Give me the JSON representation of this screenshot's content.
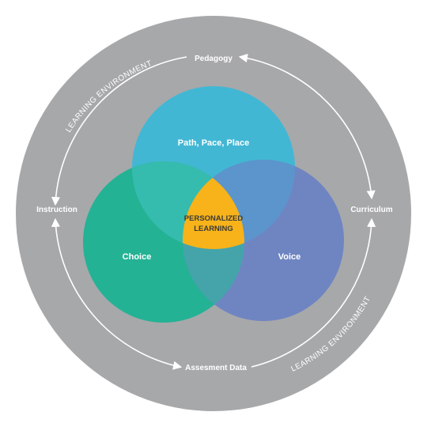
{
  "diagram": {
    "outer_ring": {
      "color": "#a7a8aa"
    },
    "arc_labels": {
      "top_left": "LEARNING ENVIRONMENT",
      "bottom_right": "LEARNING ENVIRONMENT"
    },
    "cycle_nodes": {
      "top": "Pedagogy",
      "right": "Curriculum",
      "bottom": "Assesment Data",
      "left": "Instruction"
    },
    "circles": {
      "top": {
        "label": "Path, Pace, Place",
        "color": "#3fb8d6"
      },
      "left": {
        "label": "Choice",
        "color": "#19b394"
      },
      "right": {
        "label": "Voice",
        "color": "#6a82c4"
      }
    },
    "center": {
      "line1": "PERSONALIZED",
      "line2": "LEARNING",
      "color": "#f7b319",
      "text_color": "#3a3a3a"
    },
    "arrow_color": "#ffffff"
  }
}
